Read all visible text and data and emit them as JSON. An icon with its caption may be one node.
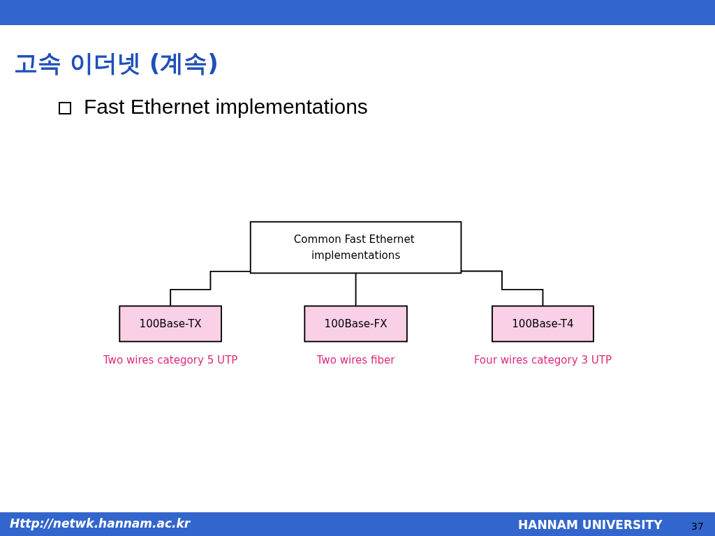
{
  "diagram": {
    "title": "고속 이더넷 (계속)",
    "nodes": [
      {
        "text": [
          "Common Fast Ethernet implementations"
        ]
      },
      {
        "text": [
          "100Base-TX"
        ],
        "beside": [
          "Two wires category 5 UTP"
        ]
      },
      {
        "text": [
          "100Base-FX"
        ],
        "beside": [
          "Two wires fiber"
        ]
      },
      {
        "text": [
          "100Base-T4"
        ],
        "beside": [
          "Four wires category 3 UTP"
        ]
      }
    ],
    "edges": [
      {
        "from": 0,
        "to": 1,
        "arrow": "none"
      },
      {
        "from": 0,
        "to": 2,
        "arrow": "none"
      },
      {
        "from": 0,
        "to": 3,
        "arrow": "none"
      }
    ],
    "labels": [
      "Fast Ethernet implementations",
      "Http://netwk.hannam.ac.kr",
      "HANNAM UNIVERSITY",
      "37"
    ]
  }
}
